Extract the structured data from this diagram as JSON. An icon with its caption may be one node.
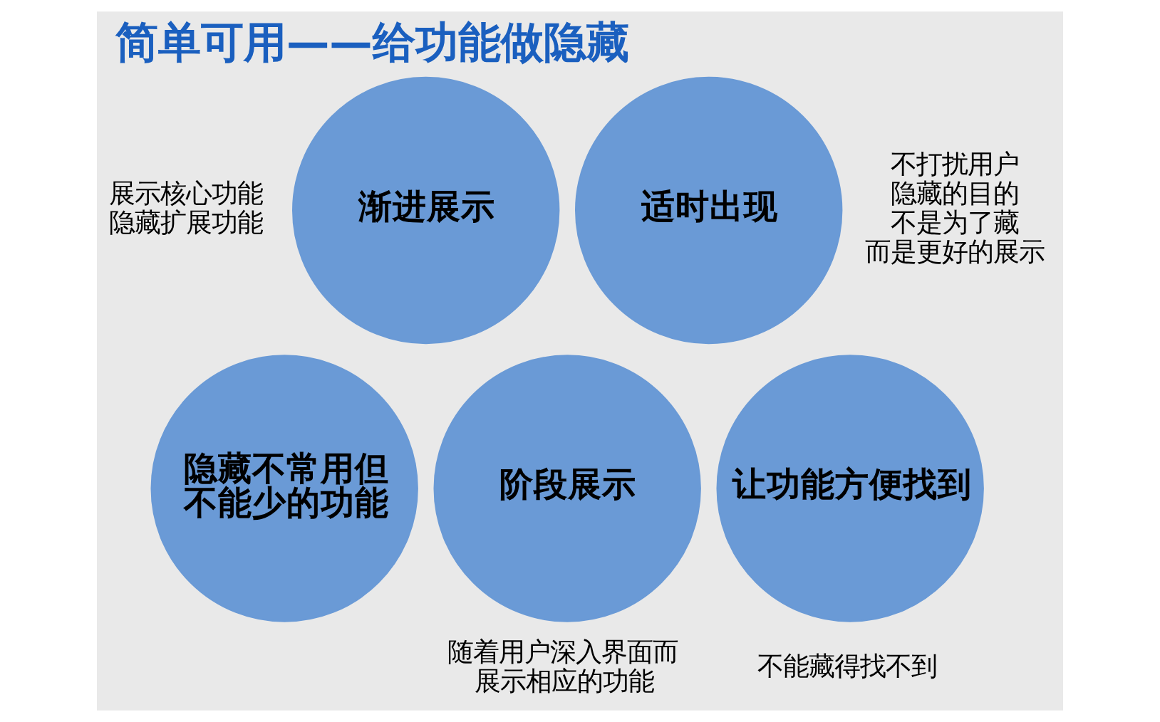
{
  "diagram": {
    "title": "简单可用——给功能做隐藏",
    "nodes": [
      {
        "text": [
          "隐藏不常用但不能少的功能"
        ]
      },
      {
        "text": [
          "渐进展示"
        ],
        "beside": [
          "展示核心功能",
          "隐藏扩展功能"
        ]
      },
      {
        "text": [
          "阶段展示"
        ],
        "beside": [
          "随着用户深入界面而展示相应的功能"
        ]
      },
      {
        "text": [
          "适时出现"
        ],
        "beside": [
          "不打扰用户",
          "隐藏的目的",
          "不是为了藏",
          "而是更好的展示"
        ]
      },
      {
        "text": [
          "让功能方便找到"
        ],
        "beside": [
          "不能藏得找不到"
        ]
      }
    ],
    "edges": []
  }
}
